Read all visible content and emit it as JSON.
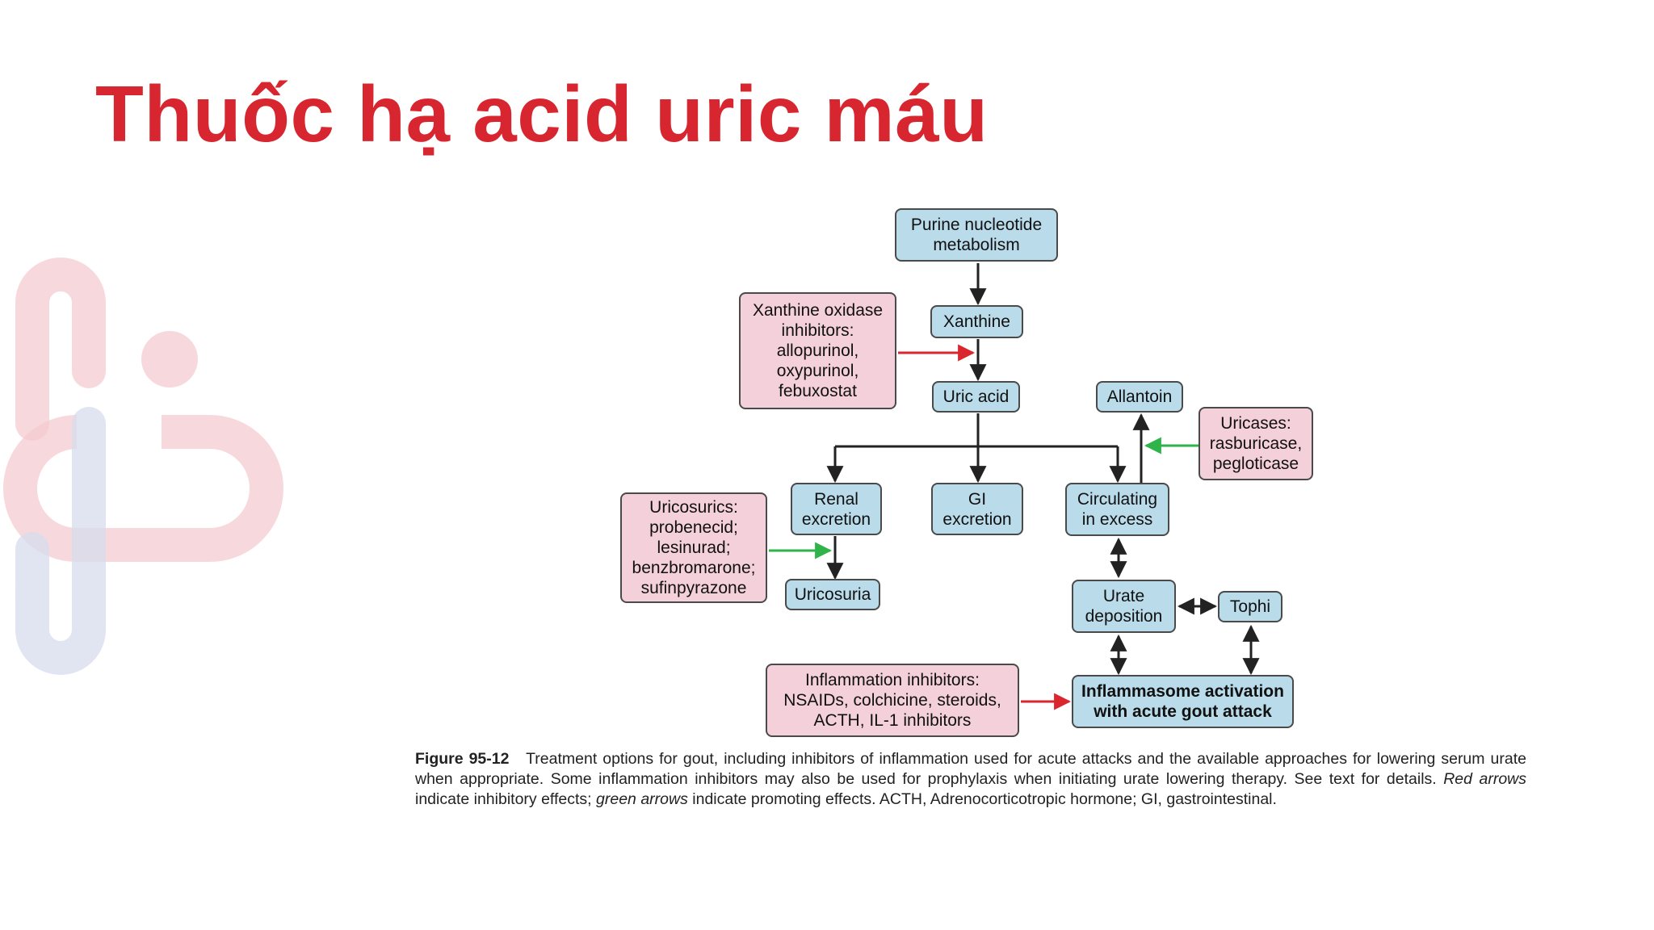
{
  "slide": {
    "title": "Thuốc hạ acid uric máu"
  },
  "colors": {
    "title": "#d7262f",
    "box_blue": "#b9dbea",
    "box_pink": "#f3d0da",
    "arrow_inhibit": "#d9262f",
    "arrow_promote": "#2fb34a"
  },
  "logo": {
    "icon": "brand-logo-icon"
  },
  "nodes": {
    "purine": "Purine nucleotide\nmetabolism",
    "xanthine": "Xanthine",
    "uric_acid": "Uric acid",
    "allantoin": "Allantoin",
    "renal_excretion": "Renal\nexcretion",
    "gi_excretion": "GI\nexcretion",
    "circulating": "Circulating\nin excess",
    "uricosuria": "Uricosuria",
    "urate_deposition": "Urate\ndeposition",
    "tophi": "Tophi",
    "inflammasome": "Inflammasome activation\nwith acute gout attack",
    "xo_inhibitors": "Xanthine oxidase\ninhibitors:\nallopurinol,\noxypurinol,\nfebuxostat",
    "uricases": "Uricases:\nrasburicase,\npegloticase",
    "uricosurics": "Uricosurics:\nprobenecid;\nlesinurad;\nbenzbromarone;\nsufinpyrazone",
    "inflammation_inhibitors": "Inflammation inhibitors:\nNSAIDs, colchicine, steroids,\nACTH, IL-1 inhibitors"
  },
  "caption": {
    "label": "Figure 95-12",
    "text1": "Treatment options for gout, including inhibitors of inflammation used for acute attacks and the available approaches for lowering serum urate when appropriate. Some inflammation inhibitors may also be used for prophylaxis when initiating urate lowering therapy. See text for details.",
    "red_arrows": "Red arrows",
    "text2": "indicate inhibitory effects;",
    "green_arrows": "green arrows",
    "text3": "indicate promoting effects. ACTH, Adrenocorticotropic hormone; GI, gastrointestinal."
  }
}
